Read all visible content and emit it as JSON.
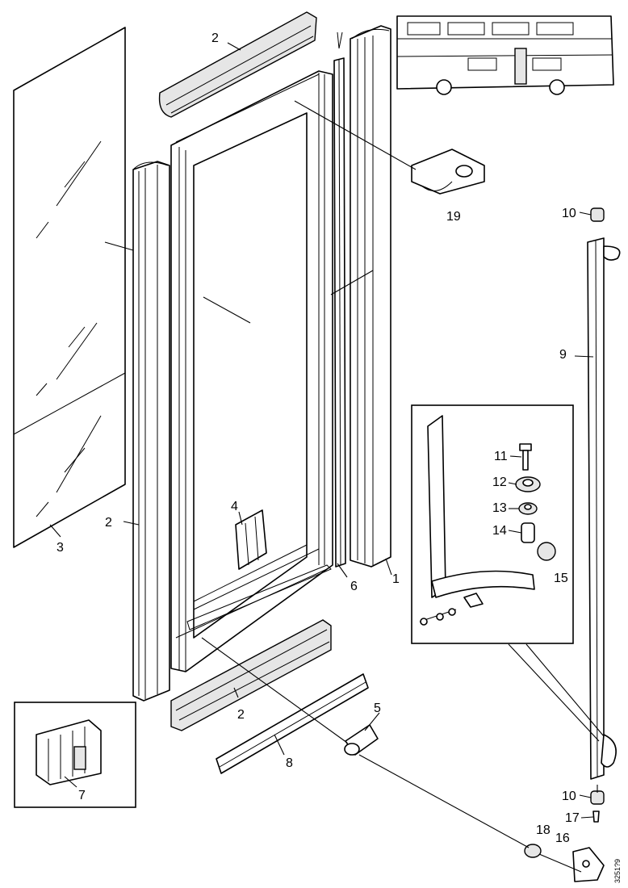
{
  "callouts": {
    "c1": "1",
    "c2a": "2",
    "c2b": "2",
    "c2c": "2",
    "c3": "3",
    "c4": "4",
    "c5": "5",
    "c6": "6",
    "c7": "7",
    "c8": "8",
    "c9": "9",
    "c10a": "10",
    "c10b": "10",
    "c11": "11",
    "c12": "12",
    "c13": "13",
    "c14": "14",
    "c15": "15",
    "c16": "16",
    "c17": "17",
    "c18": "18",
    "c19": "19"
  },
  "drawing_number": "3251?9"
}
